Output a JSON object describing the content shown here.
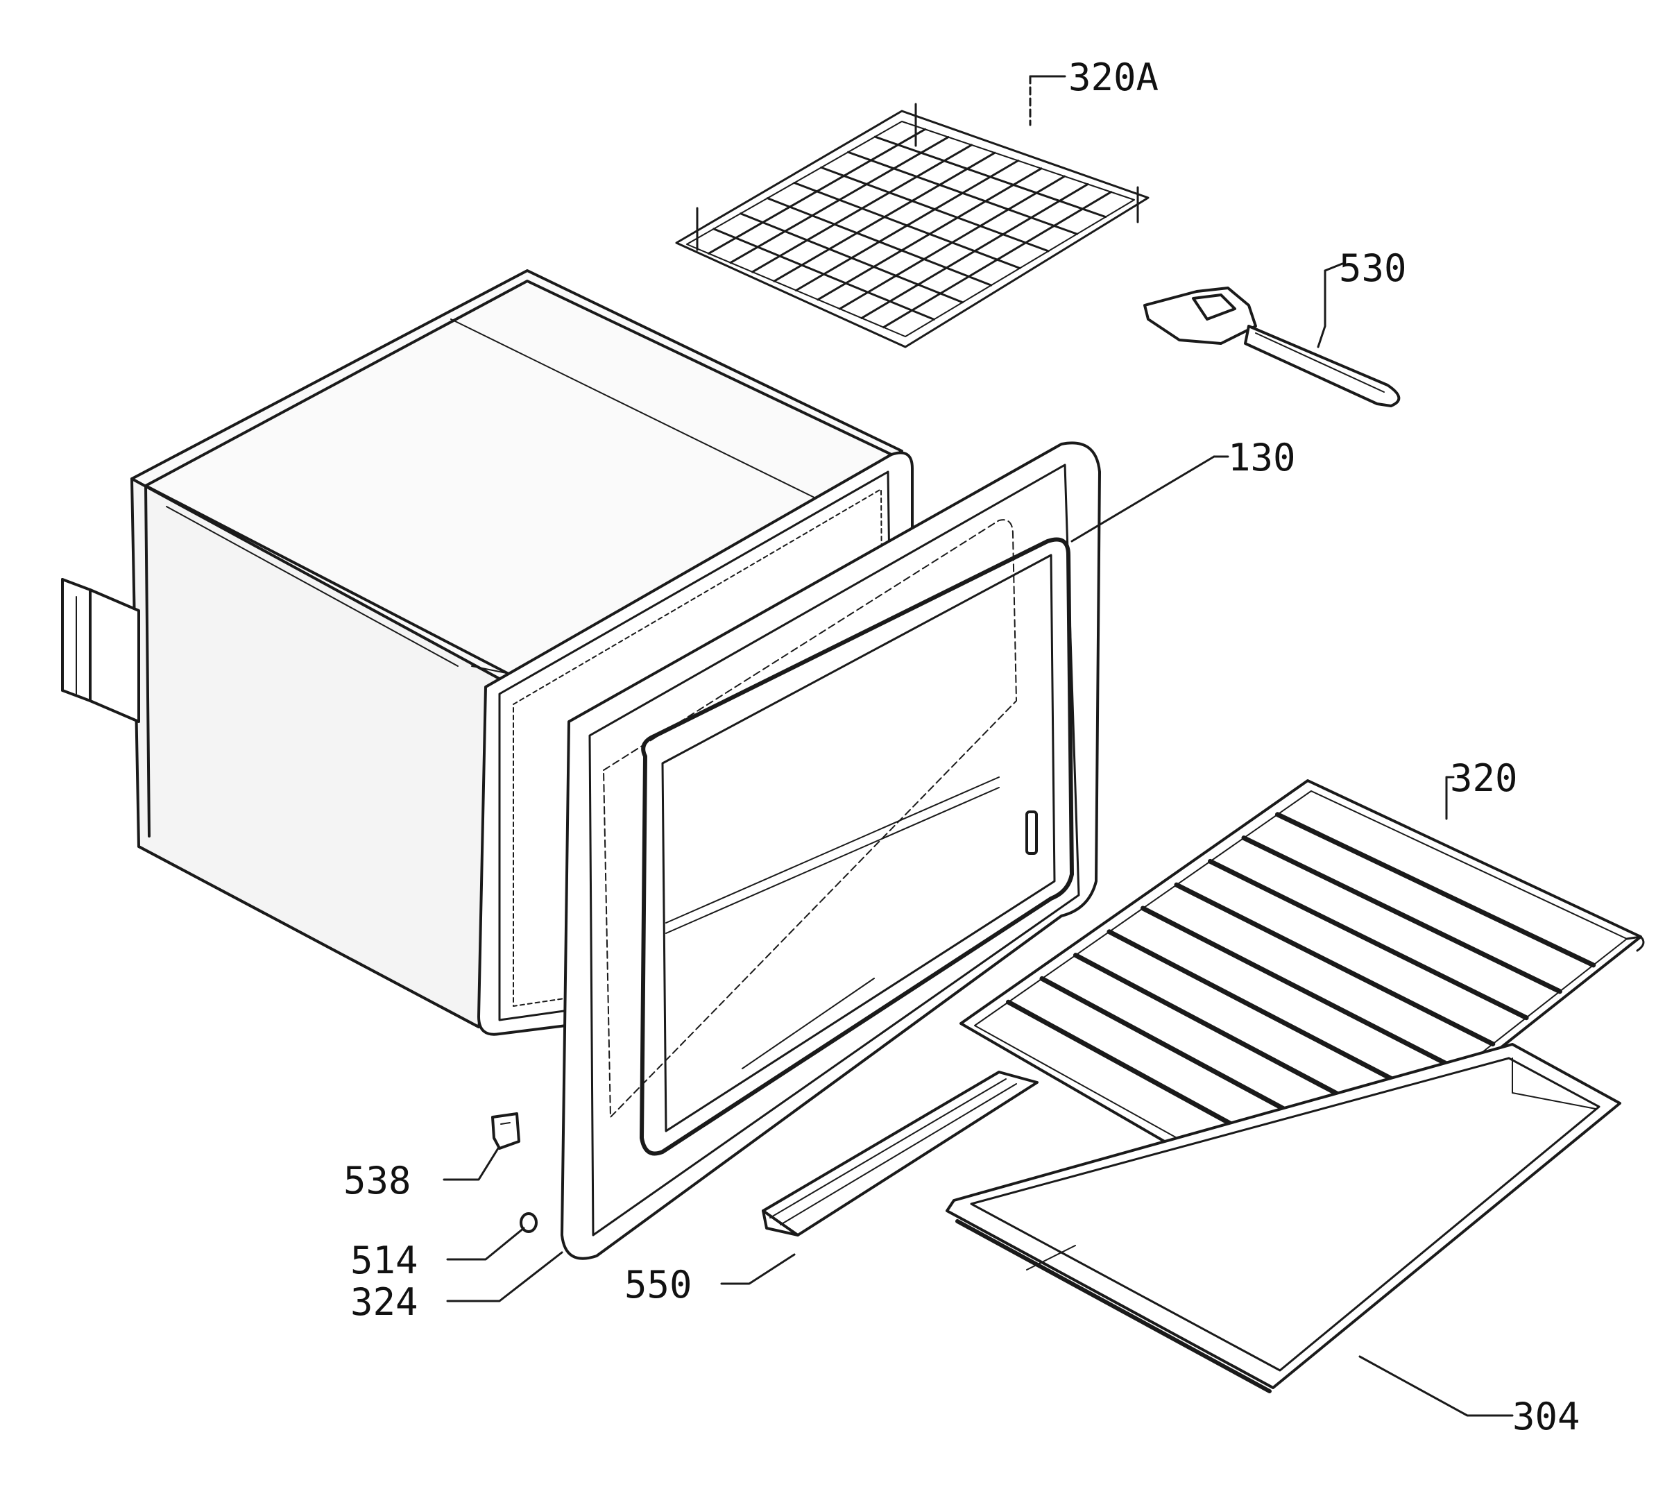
{
  "diagram": {
    "kind": "exploded parts diagram",
    "line_color": "#1a1a1a",
    "background": "#ffffff",
    "parts": [
      {
        "id": "wire-grid-small",
        "label": "320A"
      },
      {
        "id": "handle",
        "label": "530"
      },
      {
        "id": "door-frame",
        "label": "130"
      },
      {
        "id": "wire-shelf",
        "label": "320"
      },
      {
        "id": "clip",
        "label": "538"
      },
      {
        "id": "screw",
        "label": "514"
      },
      {
        "id": "door-seal",
        "label": "324"
      },
      {
        "id": "side-rail",
        "label": "550"
      },
      {
        "id": "drip-tray",
        "label": "304"
      }
    ]
  }
}
